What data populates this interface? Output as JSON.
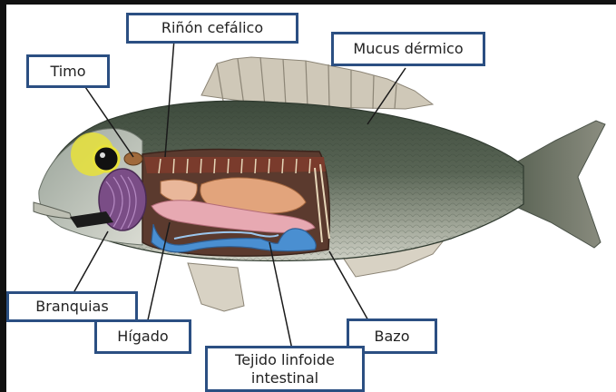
{
  "diagram": {
    "labels": {
      "rinon": "Riñón cefálico",
      "mucus": "Mucus dérmico",
      "timo": "Timo",
      "branquias": "Branquias",
      "higado": "Hígado",
      "bazo": "Bazo",
      "tejido": "Tejido linfoide\nintestinal"
    },
    "colors": {
      "label_border": "#2b4f82",
      "leader_line": "#1a1a1a",
      "body_dark": "#3f4a3e",
      "body_light": "#c8cbbf",
      "fin": "#c9c2b4",
      "intestine": "#4a8fd1",
      "liver": "#e7a9b2",
      "gonad": "#e2a47c",
      "gill": "#7a4d86",
      "eye_ring": "#e8e23a"
    }
  }
}
